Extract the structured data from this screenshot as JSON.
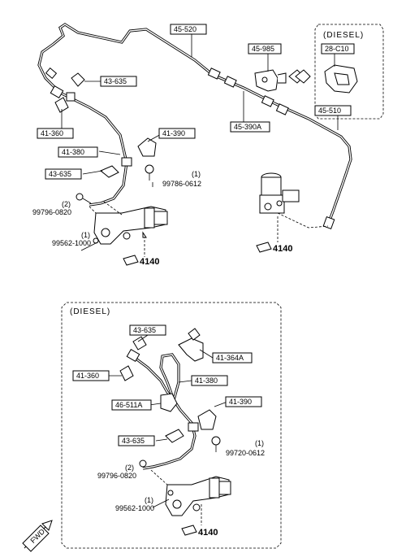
{
  "labels": {
    "p45520": "45-520",
    "p45985": "45-985",
    "p43635a": "43-635",
    "p41360a": "41-360",
    "p41390a": "41-390",
    "p41380a": "41-380",
    "p43635b": "43-635",
    "p45390a": "45-390A",
    "p45510": "45-510",
    "p28c10": "28-C10",
    "p43635c": "43-635",
    "p41364a": "41-364A",
    "p41360b": "41-360",
    "p41380b": "41-380",
    "p46511a": "46-511A",
    "p41390b": "41-390",
    "p43635d": "43-635"
  },
  "bolts": {
    "b99786": "99786-0612",
    "b99796a": "99796-0820",
    "b99562a": "99562-1000",
    "b99720": "99720-0612",
    "b99796b": "99796-0820",
    "b99562b": "99562-1000"
  },
  "qty": {
    "q1a": "(1)",
    "q2a": "(2)",
    "q1b": "(1)",
    "q1c": "(1)",
    "q2b": "(2)",
    "q1d": "(1)"
  },
  "refs": {
    "r4140a": "4140",
    "r4140b": "4140",
    "r4140c": "4140"
  },
  "headers": {
    "diesel_top": "(DIESEL)",
    "diesel_bottom": "(DIESEL)"
  },
  "fwd": "FWD"
}
